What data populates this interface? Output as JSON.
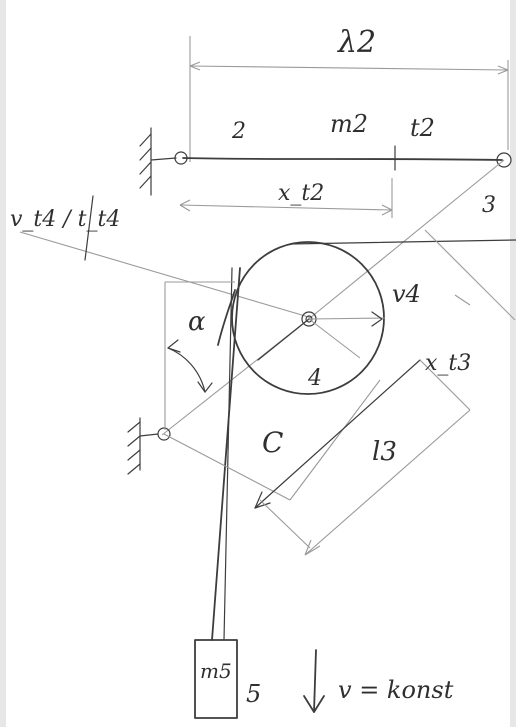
{
  "labels": {
    "l2_top": "λ2",
    "num_2": "2",
    "m2": "m2",
    "t2": "t2",
    "num_3": "3",
    "x_t2": "x_t2",
    "v_t4_left": "v_t4 / t_t4",
    "alpha": "α",
    "v4": "v4",
    "num_4": "4",
    "x_t3": "x_t3",
    "C": "C",
    "l3": "l3",
    "m5": "m5",
    "num_5": "5",
    "v_const": "v = konst"
  }
}
